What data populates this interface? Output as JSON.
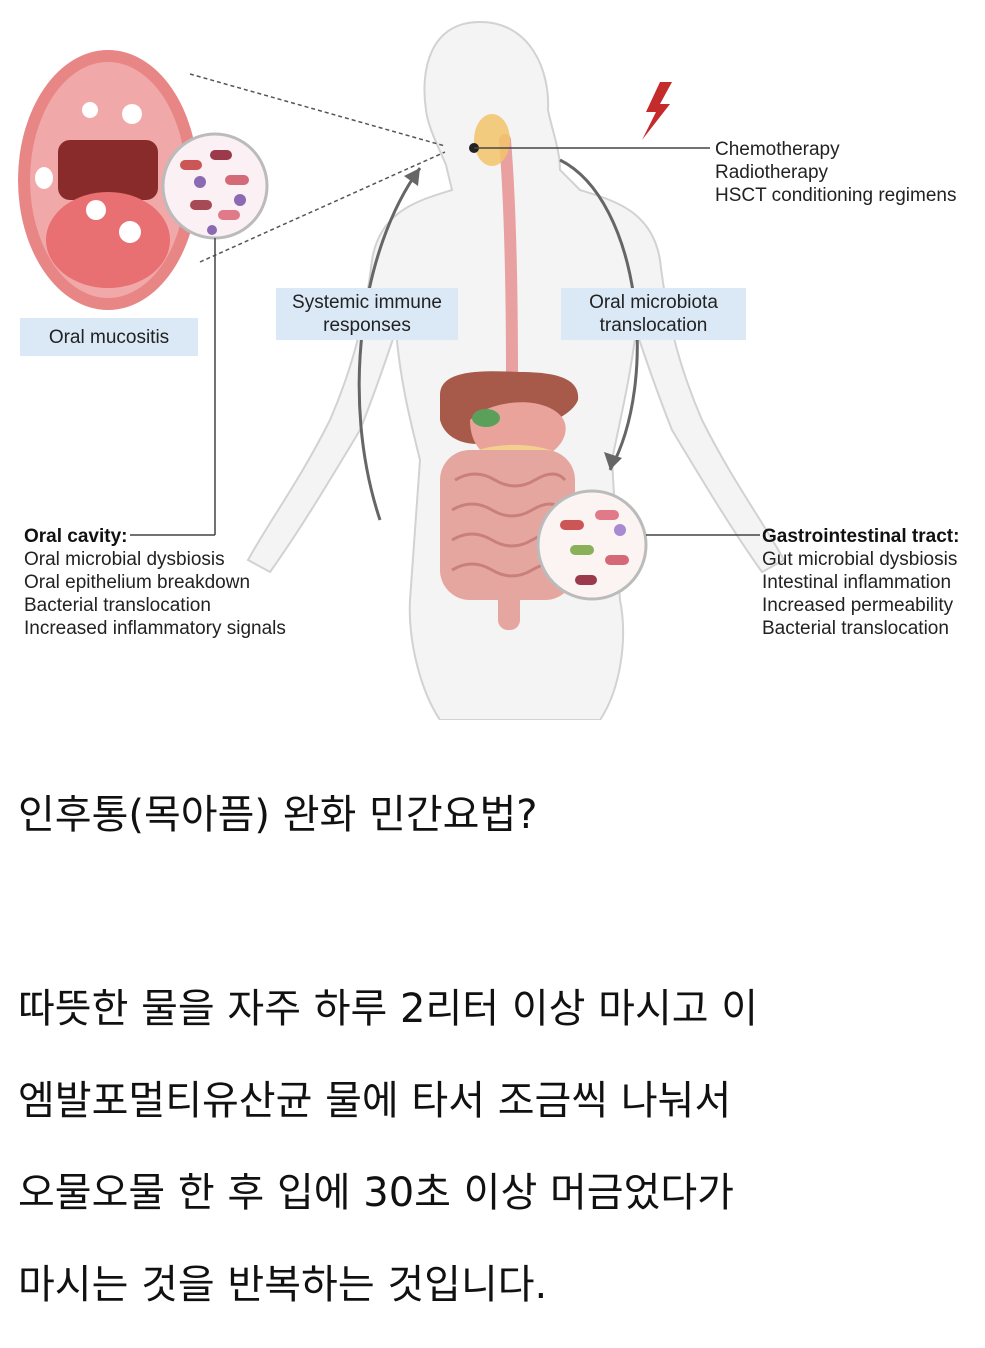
{
  "figure": {
    "trigger_label_1": "Chemotherapy",
    "trigger_label_2": "Radiotherapy",
    "trigger_label_3": "HSCT conditioning regimens",
    "box_oral_mucositis": "Oral mucositis",
    "box_systemic_1": "Systemic immune",
    "box_systemic_2": "responses",
    "box_translocation_1": "Oral microbiota",
    "box_translocation_2": "translocation",
    "oral_cavity": {
      "title": "Oral cavity:",
      "items": [
        "Oral microbial dysbiosis",
        "Oral epithelium breakdown",
        "Bacterial translocation",
        "Increased inflammatory signals"
      ]
    },
    "gi_tract": {
      "title": "Gastrointestinal tract:",
      "items": [
        "Gut microbial dysbiosis",
        "Intestinal inflammation",
        "Increased permeability",
        "Bacterial translocation"
      ]
    },
    "colors": {
      "box_bg": "#dbe9f7",
      "body_outline": "#cfcfcf",
      "mouth_red": "#e06a6a",
      "lightning": "#c42b2b"
    }
  },
  "text": {
    "question": "인후통(목아픔) 완화 민간요법?",
    "lines": [
      "따뜻한 물을 자주 하루 2리터 이상 마시고 이",
      "엠발포멀티유산균 물에 타서 조금씩 나눠서",
      "오물오물 한 후 입에 30초 이상 머금었다가",
      "마시는 것을 반복하는 것입니다."
    ]
  }
}
